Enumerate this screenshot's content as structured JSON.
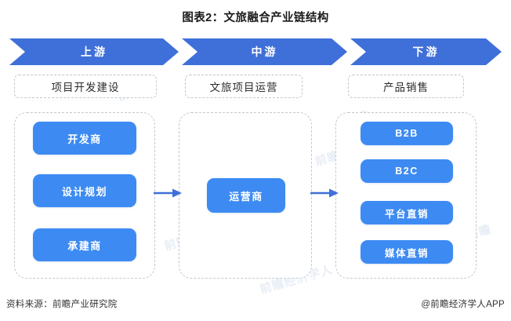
{
  "title": "图表2：文旅融合产业链结构",
  "colors": {
    "banner_blue": "#3f6fd8",
    "node_blue": "#3d8bf2",
    "arrow_blue": "#3f6fd8",
    "dashed_border": "#c2c8d0",
    "text_dark": "#1a1a1a",
    "text_white": "#ffffff",
    "background": "#ffffff"
  },
  "banner": {
    "segments": [
      {
        "label": "上游"
      },
      {
        "label": "中游"
      },
      {
        "label": "下游"
      }
    ]
  },
  "stage_labels": [
    {
      "label": "项目开发建设"
    },
    {
      "label": "文旅项目运营"
    },
    {
      "label": "产品销售"
    }
  ],
  "columns": [
    {
      "stage": "上游",
      "nodes": [
        {
          "label": "开发商"
        },
        {
          "label": "设计规划"
        },
        {
          "label": "承建商"
        }
      ]
    },
    {
      "stage": "中游",
      "nodes": [
        {
          "label": "运营商"
        }
      ]
    },
    {
      "stage": "下游",
      "nodes": [
        {
          "label": "B2B"
        },
        {
          "label": "B2C"
        },
        {
          "label": "平台直销"
        },
        {
          "label": "媒体直销"
        }
      ]
    }
  ],
  "connectors": [
    {
      "name": "upstream-to-midstream",
      "direction": "right"
    },
    {
      "name": "midstream-to-downstream",
      "direction": "right"
    }
  ],
  "watermarks": [
    "前瞻",
    "前瞻经济学人",
    "前瞻产业研究院",
    "前瞻",
    "前瞻",
    "前瞻经济学人",
    "前瞻"
  ],
  "footer": {
    "source": "资料来源：前瞻产业研究院",
    "credit": "@前瞻经济学人APP"
  }
}
